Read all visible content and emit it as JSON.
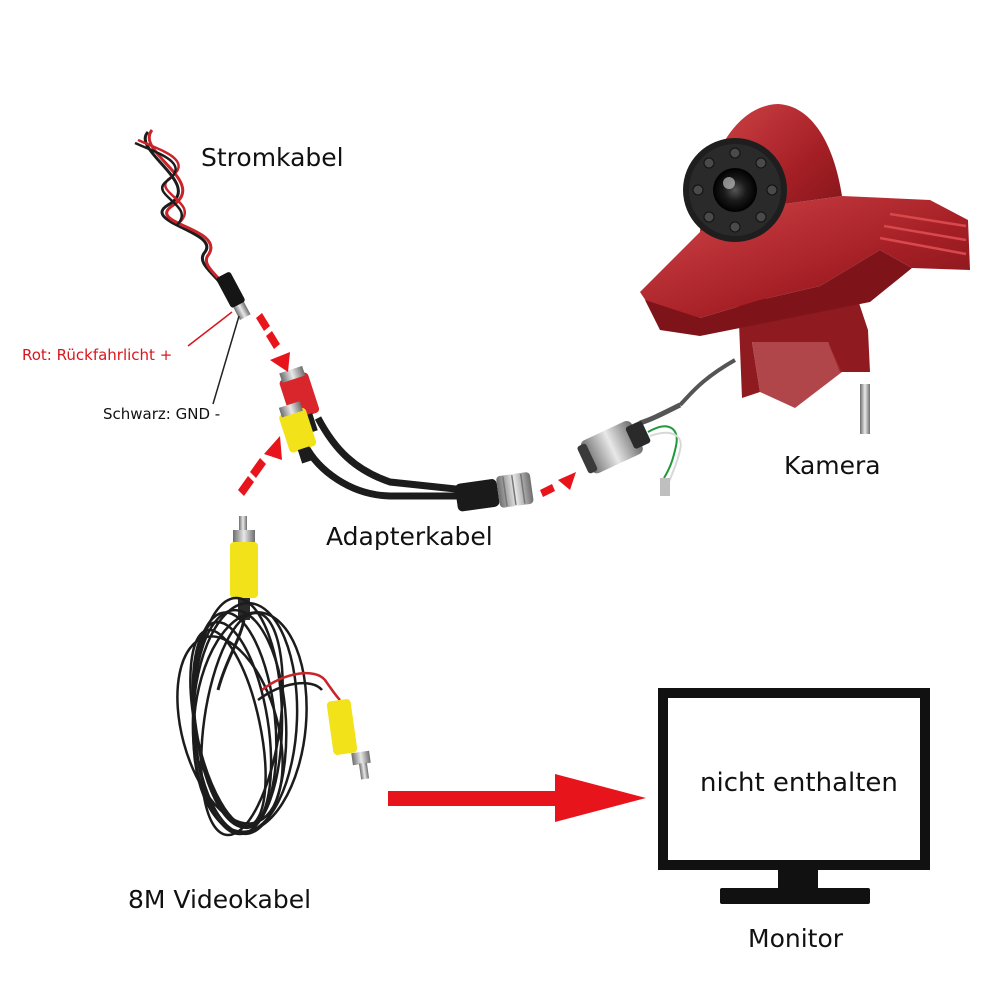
{
  "labels": {
    "power_cable": "Stromkabel",
    "red_wire": "Rot: Rückfahrlicht +",
    "black_wire": "Schwarz: GND -",
    "adapter_cable": "Adapterkabel",
    "camera": "Kamera",
    "video_cable": "8M Videokabel",
    "monitor_note": "nicht enthalten",
    "monitor": "Monitor"
  },
  "colors": {
    "arrow": "#e8141b",
    "camera_body": "#b0252a",
    "rca_yellow": "#f2e21a",
    "rca_red": "#d8262c",
    "cable_black": "#1c1c1c"
  }
}
